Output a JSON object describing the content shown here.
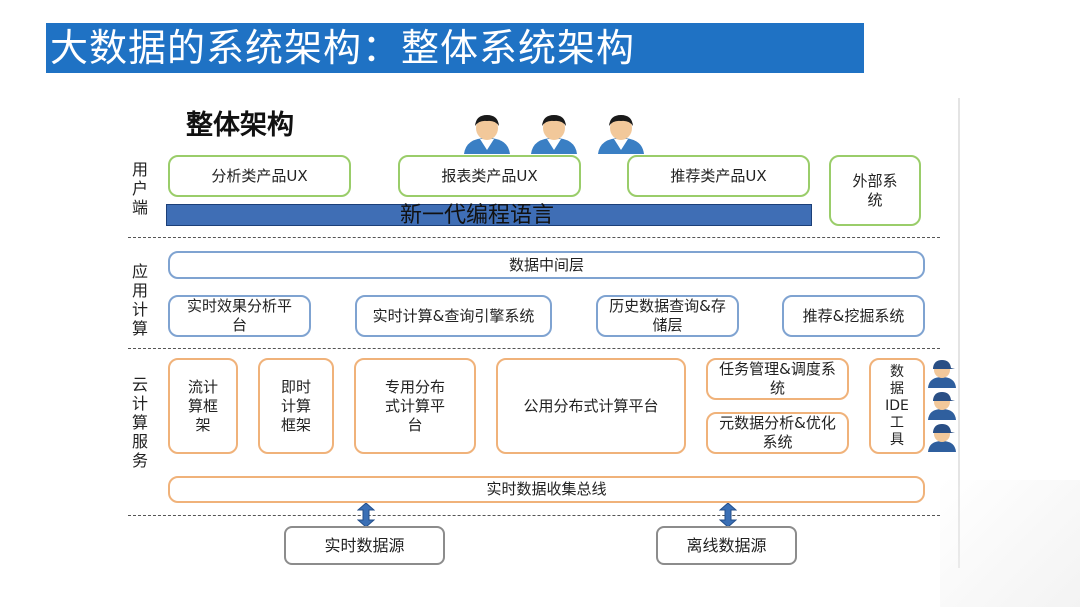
{
  "title": "大数据的系统架构：整体系统架构",
  "heading": "整体架构",
  "layers": {
    "user": "用户端",
    "app": "应用计算",
    "cloud": "云计算服务"
  },
  "user_layer": {
    "products": [
      "分析类产品UX",
      "报表类产品UX",
      "推荐类产品UX"
    ],
    "external": "外部系统",
    "programming_bar": "新一代编程语言"
  },
  "app_layer": {
    "middle": "数据中间层",
    "items": [
      "实时效果分析平台",
      "实时计算&查询引擎系统",
      "历史数据查询&存储层",
      "推荐&挖掘系统"
    ]
  },
  "cloud_layer": {
    "stream": "流计算框架",
    "instant": "即时计算框架",
    "dedicated": "专用分布式计算平台",
    "public": "公用分布式计算平台",
    "task": "任务管理&调度系统",
    "metadata": "元数据分析&优化系统",
    "ide": "数据IDE工具",
    "bus": "实时数据收集总线"
  },
  "sources": [
    "实时数据源",
    "离线数据源"
  ],
  "colors": {
    "title_bg": "#1f72c4",
    "user_box_border": "#9acd6a",
    "app_box_border": "#7fa3d1",
    "cloud_box_border": "#f0b27a",
    "programming_bar": "#3f6eb5",
    "arrow": "#3a6fb5"
  },
  "icons": [
    "user-icon",
    "user-icon",
    "user-icon",
    "developer-icon",
    "developer-icon",
    "developer-icon",
    "double-arrow-icon",
    "double-arrow-icon"
  ]
}
